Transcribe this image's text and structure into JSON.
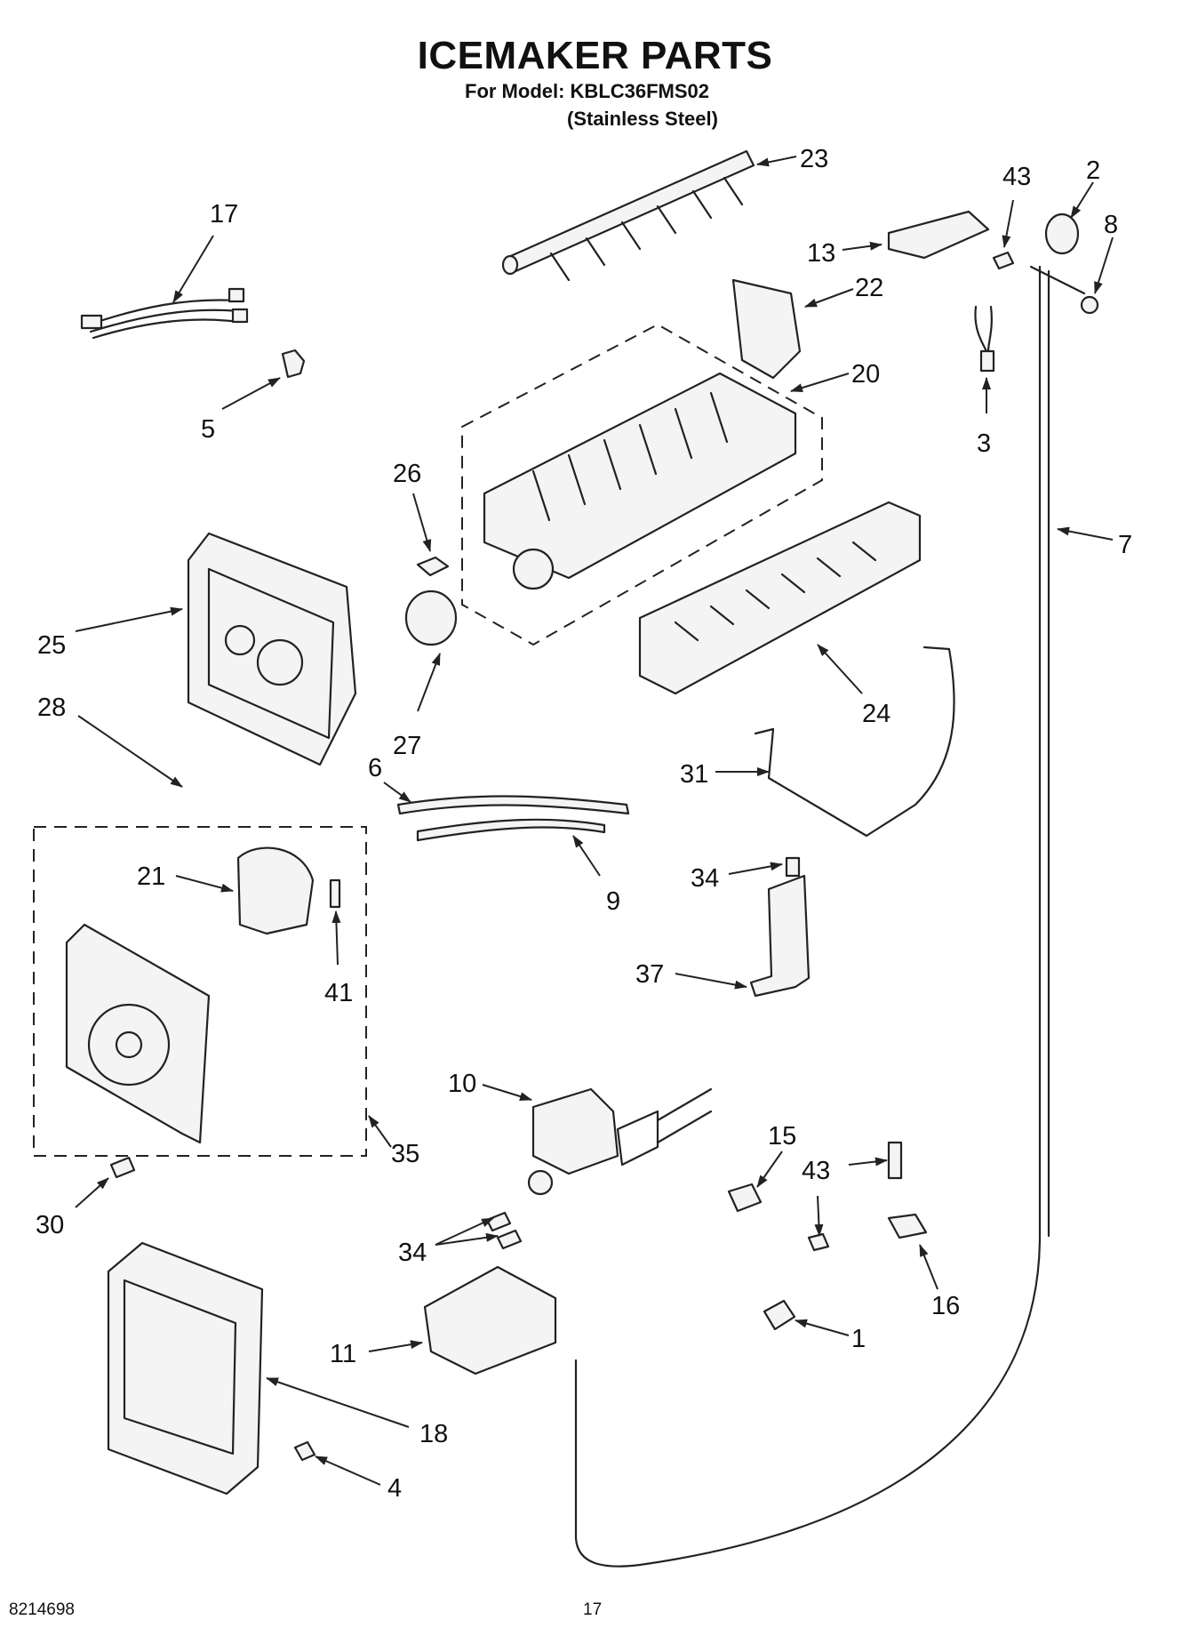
{
  "header": {
    "title": "ICEMAKER PARTS",
    "model_line": "For Model: KBLC36FMS02",
    "finish_line": "(Stainless Steel)"
  },
  "footer": {
    "doc_number": "8214698",
    "page_number": "17"
  },
  "callouts": [
    {
      "id": "23",
      "label": "23"
    },
    {
      "id": "2",
      "label": "2"
    },
    {
      "id": "43a",
      "label": "43"
    },
    {
      "id": "17",
      "label": "17"
    },
    {
      "id": "8",
      "label": "8"
    },
    {
      "id": "13",
      "label": "13"
    },
    {
      "id": "22",
      "label": "22"
    },
    {
      "id": "5",
      "label": "5"
    },
    {
      "id": "20",
      "label": "20"
    },
    {
      "id": "3",
      "label": "3"
    },
    {
      "id": "26",
      "label": "26"
    },
    {
      "id": "7",
      "label": "7"
    },
    {
      "id": "25",
      "label": "25"
    },
    {
      "id": "24",
      "label": "24"
    },
    {
      "id": "28",
      "label": "28"
    },
    {
      "id": "27",
      "label": "27"
    },
    {
      "id": "6",
      "label": "6"
    },
    {
      "id": "31",
      "label": "31"
    },
    {
      "id": "21",
      "label": "21"
    },
    {
      "id": "9",
      "label": "9"
    },
    {
      "id": "34a",
      "label": "34"
    },
    {
      "id": "41",
      "label": "41"
    },
    {
      "id": "37",
      "label": "37"
    },
    {
      "id": "10",
      "label": "10"
    },
    {
      "id": "35",
      "label": "35"
    },
    {
      "id": "15",
      "label": "15"
    },
    {
      "id": "43b",
      "label": "43"
    },
    {
      "id": "30",
      "label": "30"
    },
    {
      "id": "34b",
      "label": "34"
    },
    {
      "id": "16",
      "label": "16"
    },
    {
      "id": "1",
      "label": "1"
    },
    {
      "id": "11",
      "label": "11"
    },
    {
      "id": "18",
      "label": "18"
    },
    {
      "id": "4",
      "label": "4"
    }
  ]
}
